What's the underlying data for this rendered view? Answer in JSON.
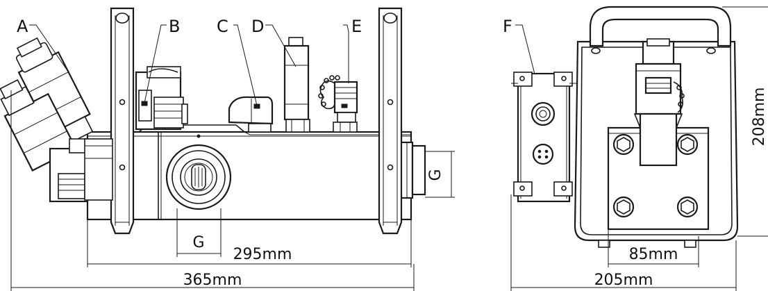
{
  "labels": {
    "a": "A",
    "b": "B",
    "c": "C",
    "d": "D",
    "e": "E",
    "f": "F"
  },
  "dimensions": {
    "g_vertical": "G",
    "g_horizontal": "G",
    "inner_width": "295mm",
    "overall_width": "365mm",
    "side_width": "205mm",
    "bolt_spacing": "85mm",
    "height": "208mm"
  }
}
